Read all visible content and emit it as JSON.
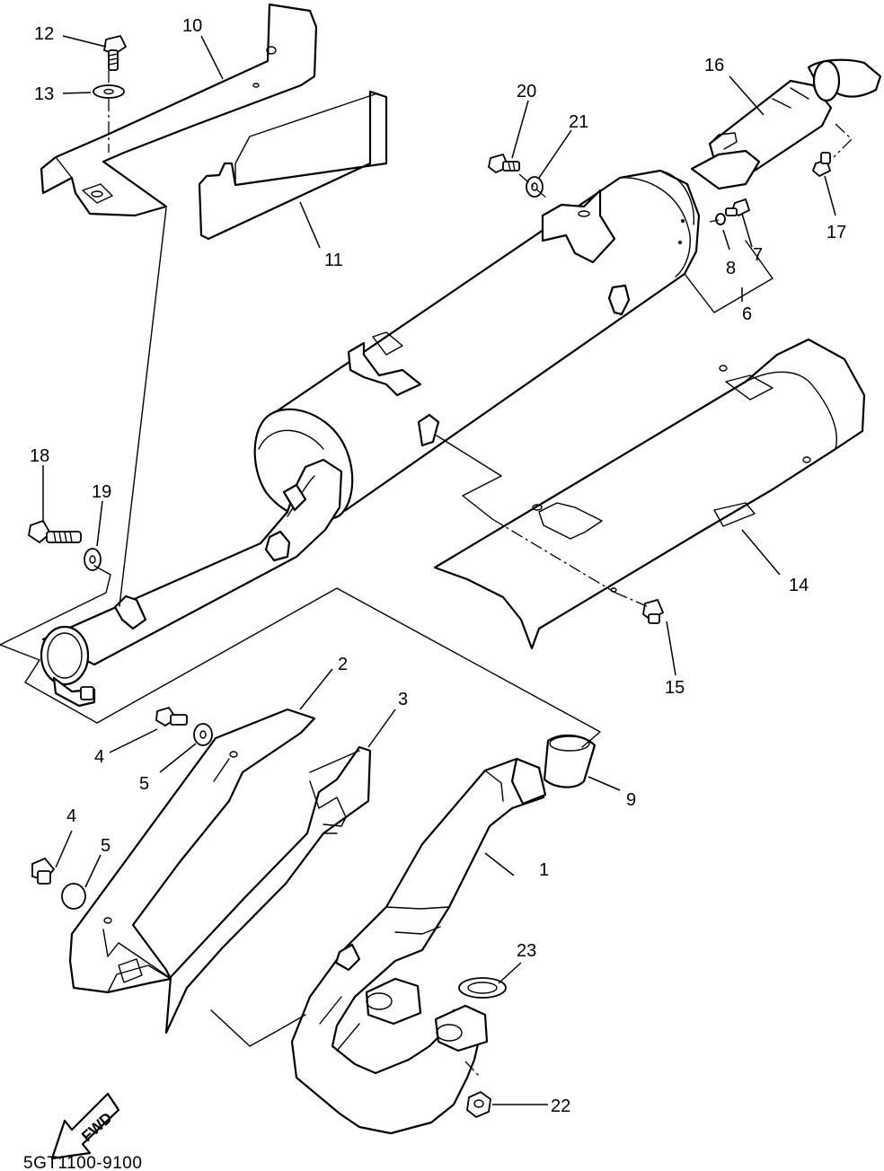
{
  "diagram_code": "5GT1100-9100",
  "fwd_label": "FWD",
  "callouts": [
    {
      "id": "c1",
      "label": "1"
    },
    {
      "id": "c2",
      "label": "2"
    },
    {
      "id": "c3",
      "label": "3"
    },
    {
      "id": "c4a",
      "label": "4"
    },
    {
      "id": "c4b",
      "label": "4"
    },
    {
      "id": "c5a",
      "label": "5"
    },
    {
      "id": "c5b",
      "label": "5"
    },
    {
      "id": "c6",
      "label": "6"
    },
    {
      "id": "c7",
      "label": "7"
    },
    {
      "id": "c8",
      "label": "8"
    },
    {
      "id": "c9",
      "label": "9"
    },
    {
      "id": "c10",
      "label": "10"
    },
    {
      "id": "c11",
      "label": "11"
    },
    {
      "id": "c12",
      "label": "12"
    },
    {
      "id": "c13",
      "label": "13"
    },
    {
      "id": "c14",
      "label": "14"
    },
    {
      "id": "c15",
      "label": "15"
    },
    {
      "id": "c16",
      "label": "16"
    },
    {
      "id": "c17",
      "label": "17"
    },
    {
      "id": "c18",
      "label": "18"
    },
    {
      "id": "c19",
      "label": "19"
    },
    {
      "id": "c20",
      "label": "20"
    },
    {
      "id": "c21",
      "label": "21"
    },
    {
      "id": "c22",
      "label": "22"
    },
    {
      "id": "c23",
      "label": "23"
    }
  ]
}
